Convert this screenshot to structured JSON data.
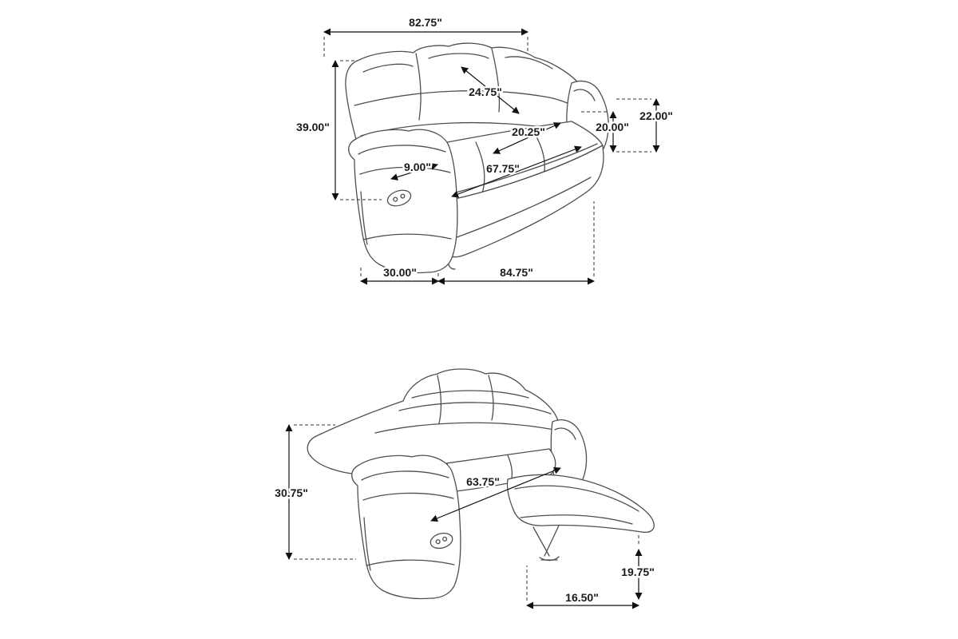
{
  "diagram": {
    "background": "#ffffff",
    "line_color": "#4f4f4f",
    "dimension_color": "#111111",
    "dimensions": {
      "overall_width": "82.75\"",
      "back_height": "39.00\"",
      "back_diagonal": "24.75\"",
      "seat_depth": "20.25\"",
      "arm_height": "22.00\"",
      "seat_height": "20.00\"",
      "arm_width": "9.00\"",
      "seat_width": "67.75\"",
      "arm_depth": "30.00\"",
      "body_width": "84.75\"",
      "reclined_height": "30.75\"",
      "reclined_seat_length": "63.75\"",
      "footrest_height": "19.75\"",
      "footrest_depth": "16.50\""
    }
  }
}
